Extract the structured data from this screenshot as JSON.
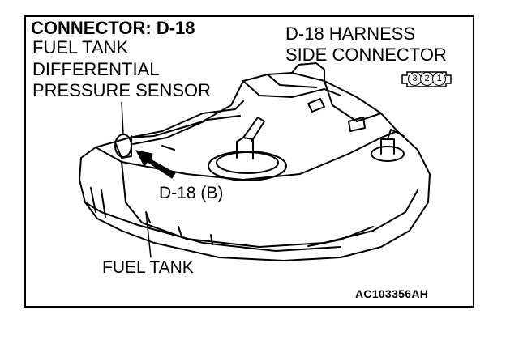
{
  "labels": {
    "connector_title": "CONNECTOR: D-18",
    "sensor_line1": "FUEL TANK",
    "sensor_line2": "DIFFERENTIAL",
    "sensor_line3": "PRESSURE SENSOR",
    "harness_line1": "D-18 HARNESS",
    "harness_line2": "SIDE CONNECTOR",
    "callout": "D-18 (B)",
    "fuel_tank": "FUEL TANK",
    "figure_code": "AC103356AH"
  },
  "connector_pins": [
    "3",
    "2",
    "1"
  ]
}
